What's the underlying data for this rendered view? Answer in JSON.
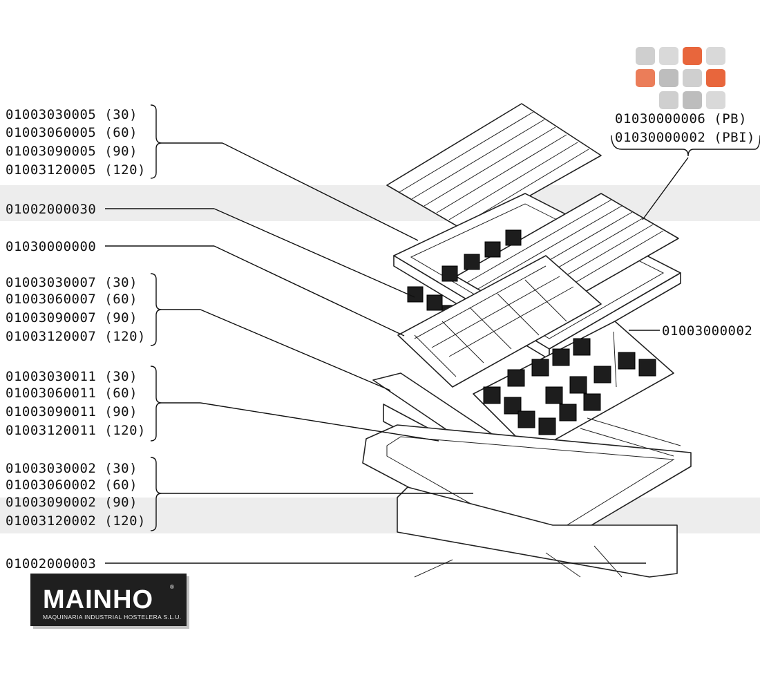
{
  "part_groups": [
    {
      "lines": [
        "01003030005 (30)",
        "01003060005 (60)",
        "01003090005 (90)",
        "01003120005 (120)"
      ]
    },
    {
      "lines": [
        "01002000030"
      ]
    },
    {
      "lines": [
        "01030000000"
      ]
    },
    {
      "lines": [
        "01003030007 (30)",
        "01003060007 (60)",
        "01003090007 (90)",
        "01003120007 (120)"
      ]
    },
    {
      "lines": [
        "01003030011 (30)",
        "01003060011 (60)",
        "01003090011 (90)",
        "01003120011 (120)"
      ]
    },
    {
      "lines": [
        "01003030002 (30)",
        "01003060002 (60)",
        "01003090002 (90)",
        "01003120002 (120)"
      ]
    },
    {
      "lines": [
        "01002000003"
      ]
    },
    {
      "lines": [
        "01003000002"
      ]
    },
    {
      "lines": [
        "01030000006 (PB)",
        "01030000002 (PBI)"
      ]
    }
  ],
  "logo": {
    "name": "MAINHO",
    "registered": "®",
    "tagline": "MAQUINARIA INDUSTRIAL HOSTELERA S.L.U."
  },
  "colors": {
    "accent": "#e8663c",
    "logo_bg": "#1f1f1f",
    "watermark": "#bdbdbd"
  },
  "icons": [
    "mainho-grid-icon",
    "mainho-logo"
  ]
}
